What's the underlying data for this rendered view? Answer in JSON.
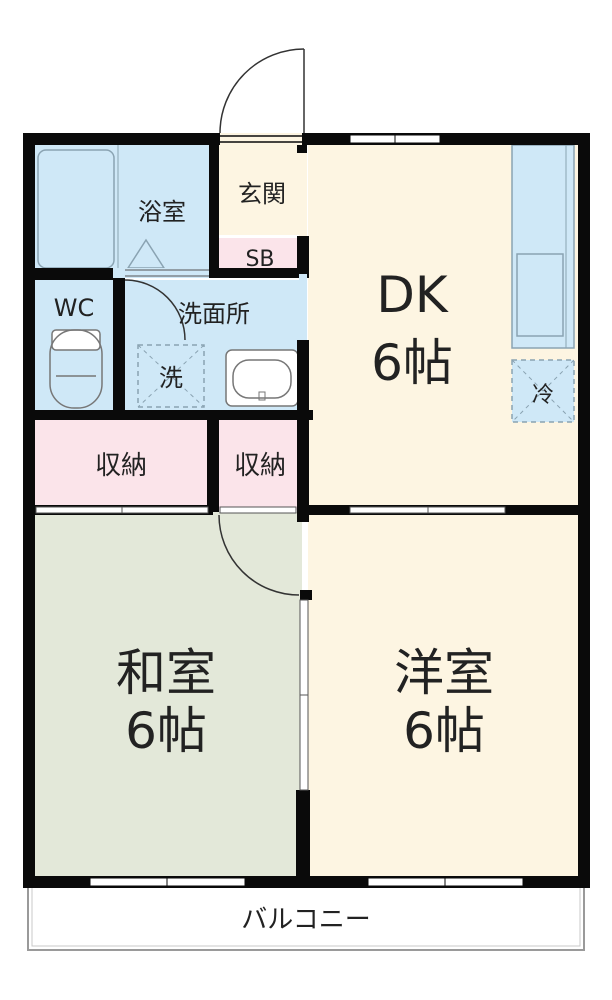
{
  "rooms": {
    "bath": "浴室",
    "entrance": "玄関",
    "shoe_box": "SB",
    "toilet": "WC",
    "washroom": "洗面所",
    "washer": "洗",
    "dk_name": "DK",
    "dk_size": "6帖",
    "fridge": "冷",
    "storage_left": "収納",
    "storage_right": "収納",
    "washitsu_name": "和室",
    "washitsu_size": "6帖",
    "yoshitsu_name": "洋室",
    "yoshitsu_size": "6帖",
    "balcony": "バルコニー"
  },
  "colors": {
    "wall": "#0a0a0a",
    "wet_area": "#cfe8f7",
    "floor_wood": "#fdf5e2",
    "tatami": "#e3e8d9",
    "storage": "#fbe4ea",
    "fixture_line": "#8aa3b2"
  }
}
